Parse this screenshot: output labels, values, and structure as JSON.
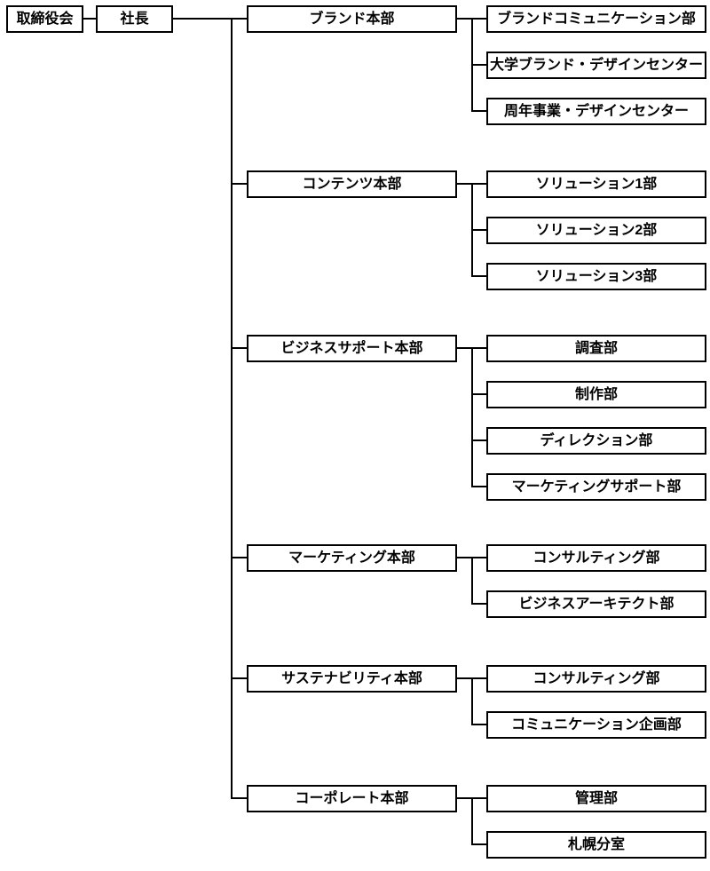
{
  "chart": {
    "board": {
      "label": "取締役会"
    },
    "president": {
      "label": "社長"
    },
    "divisions": [
      {
        "label": "ブランド本部",
        "children": [
          "ブランドコミュニケーション部",
          "大学ブランド・デザインセンター",
          "周年事業・デザインセンター"
        ]
      },
      {
        "label": "コンテンツ本部",
        "children": [
          "ソリューション1部",
          "ソリューション2部",
          "ソリューション3部"
        ]
      },
      {
        "label": "ビジネスサポート本部",
        "children": [
          "調査部",
          "制作部",
          "ディレクション部",
          "マーケティングサポート部"
        ]
      },
      {
        "label": "マーケティング本部",
        "children": [
          "コンサルティング部",
          "ビジネスアーキテクト部"
        ]
      },
      {
        "label": "サステナビリティ本部",
        "children": [
          "コンサルティング部",
          "コミュニケーション企画部"
        ]
      },
      {
        "label": "コーポレート本部",
        "children": [
          "管理部",
          "札幌分室"
        ]
      }
    ],
    "colors": {
      "background": "#ffffff",
      "box_fill": "#ffffff",
      "box_border": "#000000",
      "connector": "#000000",
      "text": "#000000"
    }
  }
}
